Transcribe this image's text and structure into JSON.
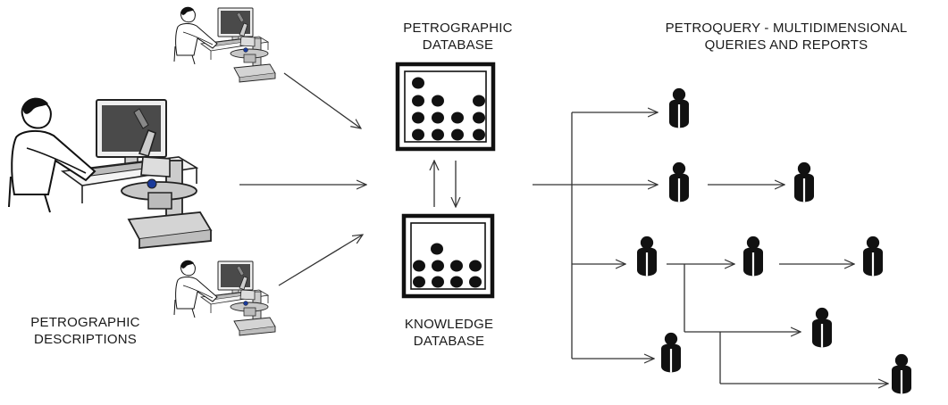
{
  "labels": {
    "petrographic_database": [
      "PETROGRAPHIC",
      "DATABASE"
    ],
    "knowledge_database": [
      "KNOWLEDGE",
      "DATABASE"
    ],
    "petroquery": [
      "PETROQUERY - MULTIDIMENSIONAL",
      "QUERIES AND REPORTS"
    ],
    "petrographic_descriptions": [
      "PETROGRAPHIC",
      "DESCRIPTIONS"
    ]
  },
  "colors": {
    "ink": "#111111",
    "line": "#333333",
    "skin": "#ffffff",
    "screen": "#3a3a3a",
    "microscope": "#c8c8c8",
    "accent_blue": "#1a3a9a"
  },
  "icons": {
    "operators": "person-at-microscope-workstation-icon",
    "databases": "database-box-icon",
    "users": "person-silhouette-icon"
  }
}
